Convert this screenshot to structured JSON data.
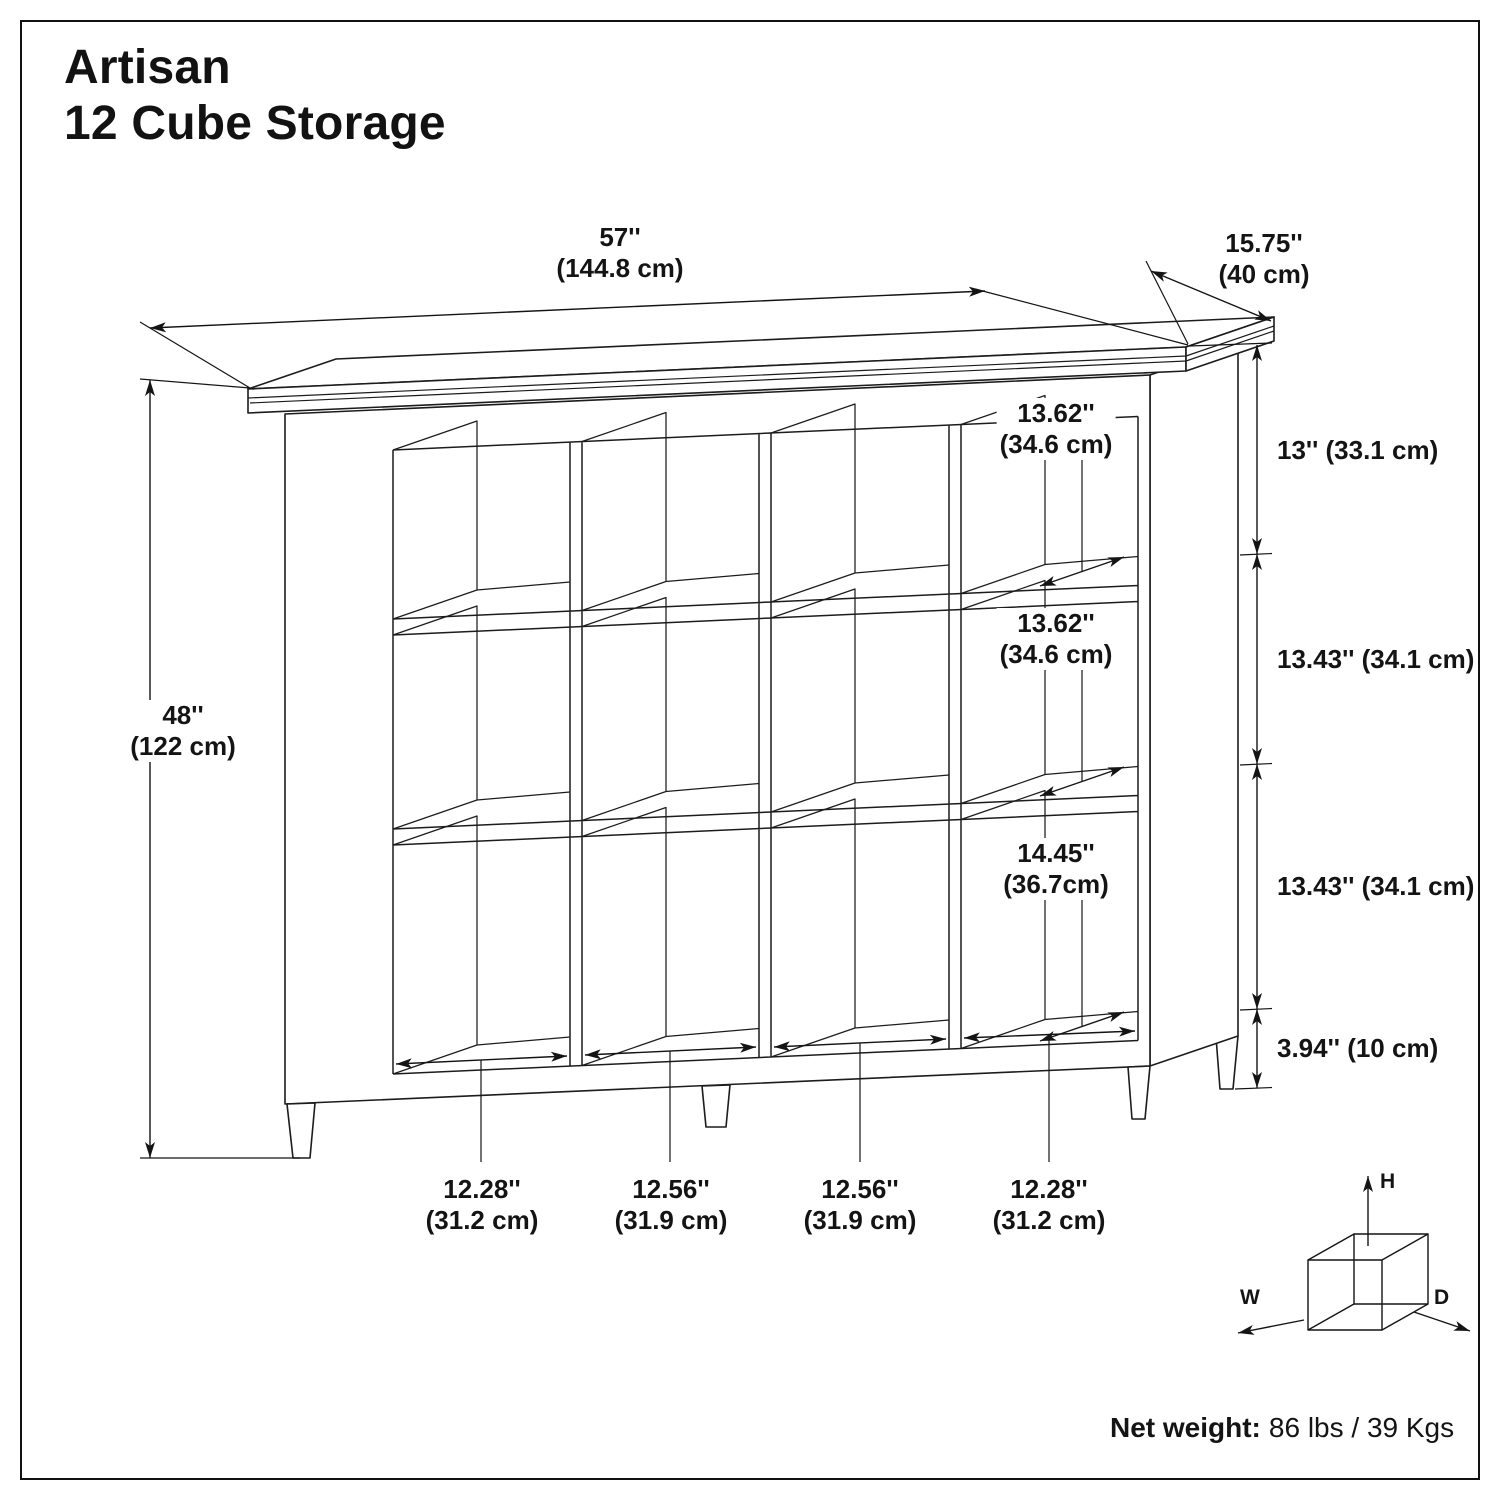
{
  "page": {
    "title_line1": "Artisan",
    "title_line2": "12 Cube Storage"
  },
  "footer": {
    "net_weight_label": "Net weight:",
    "net_weight_value": "86 lbs / 39 Kgs"
  },
  "axis_icon": {
    "h": "H",
    "w": "W",
    "d": "D"
  },
  "dimensions": {
    "overall_width": {
      "inch": "57''",
      "cm": "(144.8 cm)"
    },
    "overall_depth": {
      "inch": "15.75''",
      "cm": "(40 cm)"
    },
    "overall_height": {
      "inch": "48''",
      "cm": "(122 cm)"
    },
    "top_row_height": "13'' (33.1 cm)",
    "middle_row_height": "13.43'' (34.1 cm)",
    "bottom_row_height": "13.43'' (34.1 cm)",
    "base_height": "3.94'' (10 cm)",
    "cube_depth_top": {
      "inch": "13.62''",
      "cm": "(34.6 cm)"
    },
    "cube_depth_middle": {
      "inch": "13.62''",
      "cm": "(34.6 cm)"
    },
    "cube_depth_bottom": {
      "inch": "14.45''",
      "cm": "(36.7cm)"
    },
    "cube_width_1": {
      "inch": "12.28''",
      "cm": "(31.2 cm)"
    },
    "cube_width_2": {
      "inch": "12.56''",
      "cm": "(31.9 cm)"
    },
    "cube_width_3": {
      "inch": "12.56''",
      "cm": "(31.9 cm)"
    },
    "cube_width_4": {
      "inch": "12.28''",
      "cm": "(31.2 cm)"
    }
  }
}
